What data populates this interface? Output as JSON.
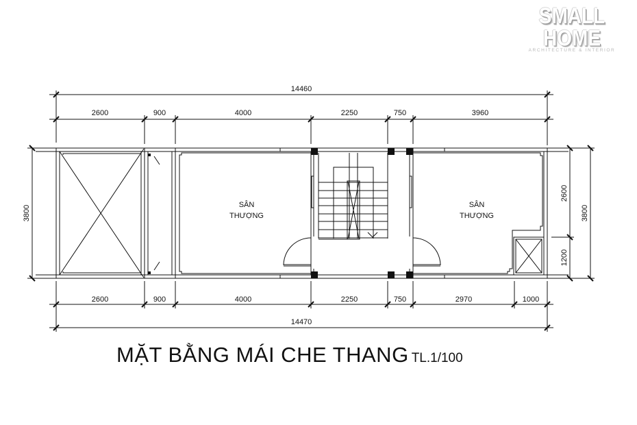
{
  "logo": {
    "main": "SMALL HOME",
    "sub": "ARCHITECTURE & INTERIOR"
  },
  "drawing": {
    "title": "MẶT BẰNG MÁI CHE THANG",
    "scale": "TL.1/100",
    "rooms": [
      {
        "name_line1": "SÂN",
        "name_line2": "THƯỢNG"
      },
      {
        "name_line1": "SÂN",
        "name_line2": "THƯỢNG"
      }
    ],
    "top_dimensions": {
      "overall": "14460",
      "segments": [
        "2600",
        "900",
        "4000",
        "2250",
        "750",
        "3960"
      ]
    },
    "bottom_dimensions": {
      "overall": "14470",
      "segments": [
        "2600",
        "900",
        "4000",
        "2250",
        "750",
        "2970",
        "1000"
      ]
    },
    "left_dimensions": {
      "overall": "3800"
    },
    "right_dimensions": {
      "segments": [
        "2600",
        "1200"
      ],
      "overall": "3800"
    },
    "stair_direction_symbol": "down-arrow",
    "line_color": "#111111",
    "background_color": "#ffffff"
  }
}
